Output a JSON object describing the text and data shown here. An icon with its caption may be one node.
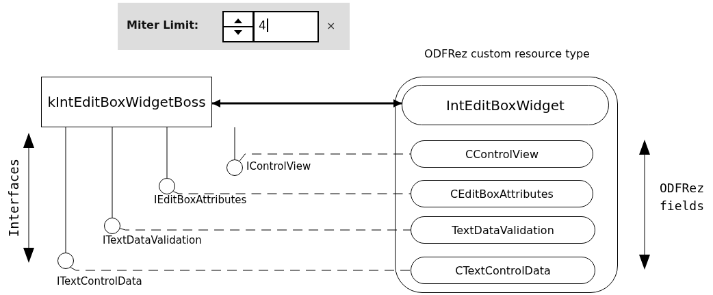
{
  "diagram": {
    "nodes": [
      {
        "text": [
          "kIntEditBoxWidgetBoss"
        ]
      },
      {
        "text": [
          "ODFRez custom resource type"
        ]
      },
      {
        "text": [
          "IntEditBoxWidget"
        ],
        "in": 1
      },
      {
        "text": [
          "CControlView"
        ],
        "in": 1
      },
      {
        "text": [
          "CEditBoxAttributes"
        ],
        "in": 1
      },
      {
        "text": [
          "TextDataValidation"
        ],
        "in": 1
      },
      {
        "text": [
          "CTextControlData"
        ],
        "in": 1
      },
      {
        "text": [],
        "shape": "circle",
        "beside": [
          "IControlView"
        ]
      },
      {
        "text": [],
        "shape": "circle",
        "beside": [
          "IEditBoxAttributes"
        ]
      },
      {
        "text": [],
        "shape": "circle",
        "beside": [
          "ITextDataValidation"
        ]
      },
      {
        "text": [],
        "shape": "circle",
        "beside": [
          "ITextControlData"
        ]
      }
    ],
    "edges": [
      {
        "from": 0,
        "to": 2,
        "arrow": "both",
        "style": "thick"
      },
      {
        "from": 0,
        "to": 7,
        "arrow": "none"
      },
      {
        "from": 7,
        "to": 3,
        "arrow": "none",
        "style": "dashed"
      },
      {
        "from": 0,
        "to": 8,
        "arrow": "none"
      },
      {
        "from": 8,
        "to": 4,
        "arrow": "none",
        "style": "dashed"
      },
      {
        "from": 0,
        "to": 9,
        "arrow": "none"
      },
      {
        "from": 9,
        "to": 5,
        "arrow": "none",
        "style": "dashed"
      },
      {
        "from": 0,
        "to": 10,
        "arrow": "none"
      },
      {
        "from": 10,
        "to": 6,
        "arrow": "none",
        "style": "dashed"
      }
    ],
    "labels": [
      "Miter Limit:",
      "4",
      "×",
      "Interfaces",
      "ODFRez fields"
    ]
  }
}
